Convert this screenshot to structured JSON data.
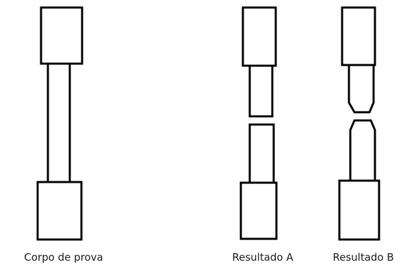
{
  "figure": {
    "specimens": [
      {
        "id": "corpo",
        "label": "Corpo de prova"
      },
      {
        "id": "a",
        "label": "Resultado A"
      },
      {
        "id": "b",
        "label": "Resultado B"
      }
    ],
    "stroke_color": "#000000",
    "background_color": "#ffffff"
  }
}
